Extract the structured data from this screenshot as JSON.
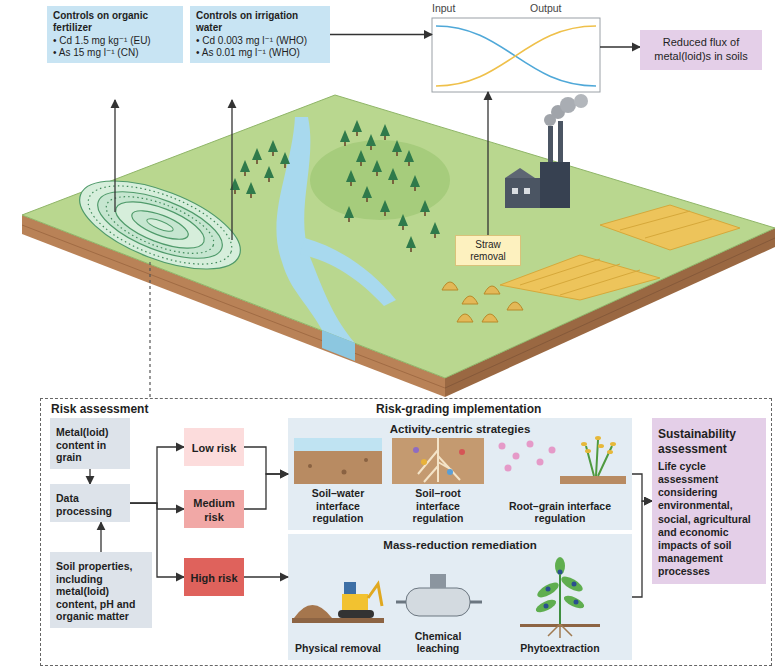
{
  "diagram": {
    "nodes": [
      {
        "text": [
          "Controls on organic fertilizer",
          "• Cd 1.5 mg kg⁻¹ (EU)",
          "• As 15 mg l⁻¹ (CN)"
        ]
      },
      {
        "text": [
          "Controls on irrigation water",
          "• Cd 0.003 mg l⁻¹ (WHO)",
          "• As 0.01 mg l⁻¹ (WHO)"
        ]
      },
      {
        "text": [
          "Input",
          "Output"
        ]
      },
      {
        "text": [
          "Reduced flux of metal(loid)s in soils"
        ]
      },
      {
        "text": [
          "Straw removal"
        ]
      },
      {
        "text": [
          "Risk assessment",
          "Risk-grading implementation"
        ]
      },
      {
        "text": [
          "Metal(loid) content in grain"
        ],
        "in": 5
      },
      {
        "text": [
          "Data processing"
        ],
        "in": 5
      },
      {
        "text": [
          "Soil properties, including metal(loid) content, pH and organic matter"
        ],
        "in": 5
      },
      {
        "text": [
          "Low risk"
        ],
        "in": 5
      },
      {
        "text": [
          "Medium risk"
        ],
        "in": 5
      },
      {
        "text": [
          "High risk"
        ],
        "in": 5
      },
      {
        "text": [
          "Activity-centric strategies"
        ],
        "in": 5
      },
      {
        "text": [
          "Soil–water interface regulation"
        ],
        "in": 12
      },
      {
        "text": [
          "Soil–root interface regulation"
        ],
        "in": 12
      },
      {
        "text": [
          "Root–grain interface regulation"
        ],
        "in": 12
      },
      {
        "text": [
          "Mass-reduction remediation"
        ],
        "in": 5
      },
      {
        "text": [
          "Physical removal"
        ],
        "in": 16
      },
      {
        "text": [
          "Chemical leaching"
        ],
        "in": 16
      },
      {
        "text": [
          "Phytoextraction"
        ],
        "in": 16
      },
      {
        "text": [
          "Sustainability assessment",
          "Life cycle assessment considering environmental, social, agricultural and economic impacts of soil management processes"
        ],
        "in": 5
      }
    ],
    "edges": [
      {
        "from": 1,
        "to": 2,
        "arrow": "to"
      },
      {
        "from": 2,
        "to": 3,
        "arrow": "to"
      },
      {
        "from": 4,
        "to": 2,
        "arrow": "to"
      },
      {
        "from": 6,
        "to": 7,
        "arrow": "to"
      },
      {
        "from": 8,
        "to": 7,
        "arrow": "to"
      },
      {
        "from": 7,
        "to": 9,
        "arrow": "to"
      },
      {
        "from": 7,
        "to": 10,
        "arrow": "to"
      },
      {
        "from": 7,
        "to": 11,
        "arrow": "to"
      },
      {
        "from": 9,
        "to": 12,
        "arrow": "to"
      },
      {
        "from": 10,
        "to": 12,
        "arrow": "to"
      },
      {
        "from": 11,
        "to": 16,
        "arrow": "to"
      },
      {
        "from": 12,
        "to": 20,
        "arrow": "to"
      },
      {
        "from": 16,
        "to": 20,
        "arrow": "to"
      }
    ]
  }
}
